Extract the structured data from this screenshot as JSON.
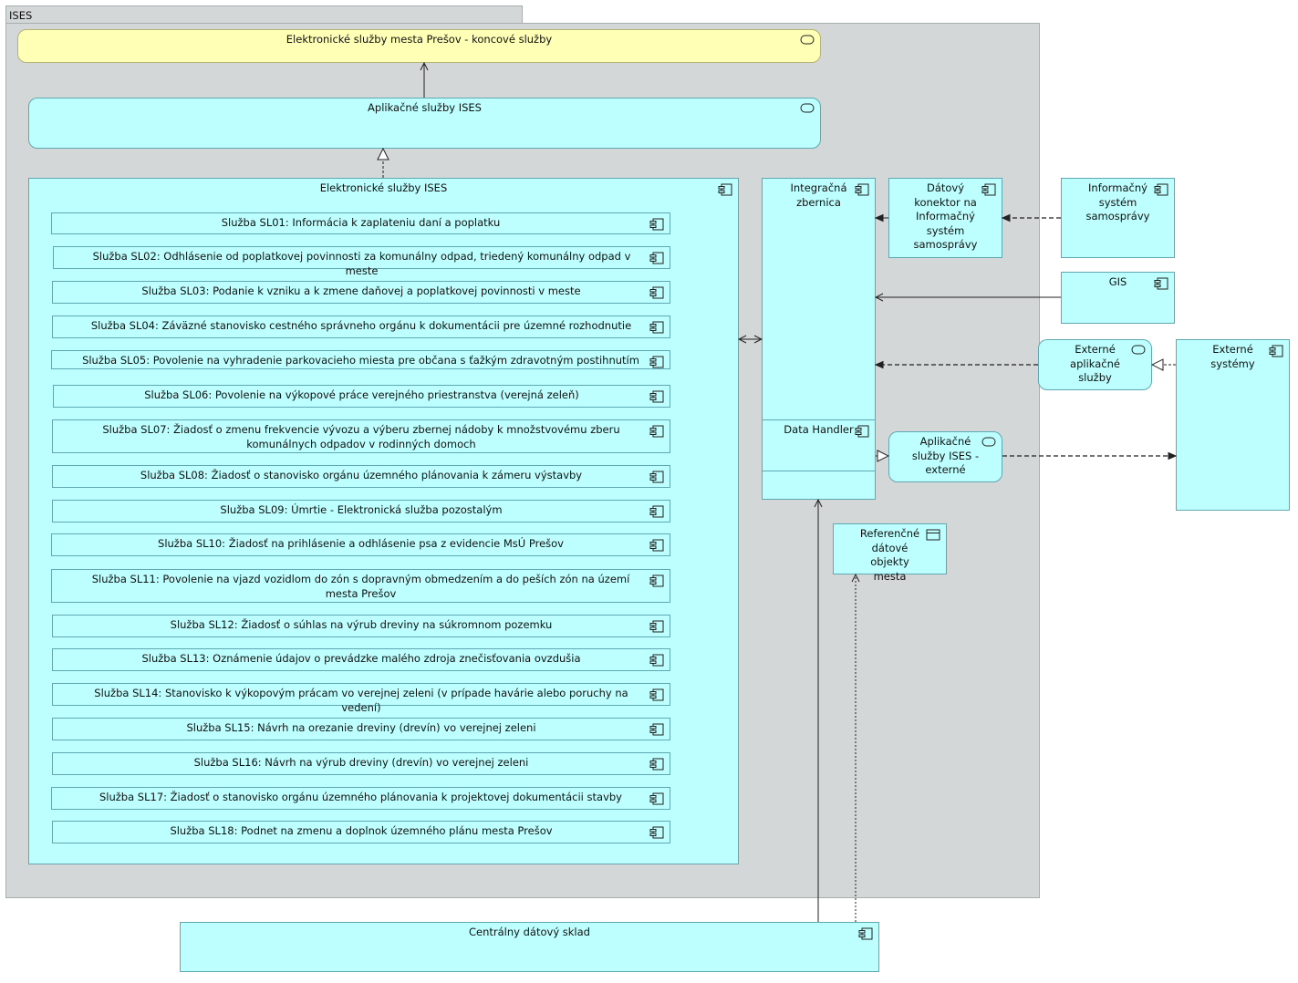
{
  "group": {
    "label": "ISES"
  },
  "top_service": {
    "label": "Elektronické služby mesta Prešov - koncové služby",
    "icon": "service-icon"
  },
  "app_services": {
    "label": "Aplikačné služby ISES",
    "icon": "service-icon"
  },
  "e_services": {
    "label": "Elektronické služby ISES",
    "icon": "component-icon",
    "items": [
      "Služba SL01: Informácia k zaplateniu daní a poplatku",
      "Služba SL02: Odhlásenie od poplatkovej povinnosti za komunálny odpad, triedený komunálny odpad v meste",
      "Služba SL03: Podanie k vzniku a k zmene daňovej a poplatkovej povinnosti v meste",
      "Služba SL04: Záväzné stanovisko cestného správneho orgánu k dokumentácii pre územné rozhodnutie",
      "Služba SL05: Povolenie na vyhradenie parkovacieho miesta pre občana s ťažkým zdravotným postihnutím",
      "Služba SL06: Povolenie na výkopové práce verejného priestranstva (verejná zeleň)",
      "Služba SL07: Žiadosť o zmenu frekvencie vývozu a výberu zbernej nádoby k množstvovému zberu komunálnych odpadov v rodinných domoch",
      "Služba SL08: Žiadosť o stanovisko orgánu územného plánovania k zámeru výstavby",
      "Služba SL09: Úmrtie - Elektronická služba pozostalým",
      "Služba SL10: Žiadosť na prihlásenie a odhlásenie psa z evidencie MsÚ Prešov",
      "Služba SL11: Povolenie na vjazd vozidlom do zón s dopravným obmedzením a do peších zón na území mesta Prešov",
      "Služba SL12: Žiadosť o súhlas na výrub dreviny na súkromnom pozemku",
      "Služba SL13: Oznámenie údajov o prevádzke malého zdroja znečisťovania ovzdušia",
      "Služba SL14: Stanovisko k výkopovým prácam vo verejnej zeleni (v prípade havárie alebo poruchy na vedení)",
      "Služba SL15: Návrh na orezanie dreviny (drevín) vo verejnej zeleni",
      "Služba SL16: Návrh na výrub dreviny (drevín) vo verejnej zeleni",
      "Služba SL17: Žiadosť o stanovisko orgánu územného plánovania k projektovej dokumentácii stavby",
      "Služba SL18: Podnet na zmenu a doplnok územného plánu mesta Prešov"
    ]
  },
  "integration_bus": {
    "label": "Integračná zbernica",
    "icon": "component-icon"
  },
  "data_handler": {
    "label": "Data Handler",
    "icon": "component-icon"
  },
  "data_connector": {
    "label": "Dátový konektor na Informačný systém samosprávy",
    "icon": "component-icon"
  },
  "is_samospravy": {
    "label": "Informačný systém samosprávy",
    "icon": "component-icon"
  },
  "gis": {
    "label": "GIS",
    "icon": "component-icon"
  },
  "ext_app_services": {
    "label": "Externé aplikačné služby",
    "icon": "service-icon"
  },
  "ext_systems": {
    "label": "Externé systémy",
    "icon": "component-icon"
  },
  "app_services_ext": {
    "label": "Aplikačné služby ISES - externé",
    "icon": "service-icon"
  },
  "ref_data": {
    "label": "Referenčné dátové objekty mesta",
    "icon": "data-object-icon"
  },
  "central_store": {
    "label": "Centrálny dátový sklad",
    "icon": "component-icon"
  },
  "colors": {
    "group_fill": "#d3d7d7",
    "element_fill": "#bdffff",
    "business_fill": "#ffffb5",
    "line": "#222222"
  }
}
